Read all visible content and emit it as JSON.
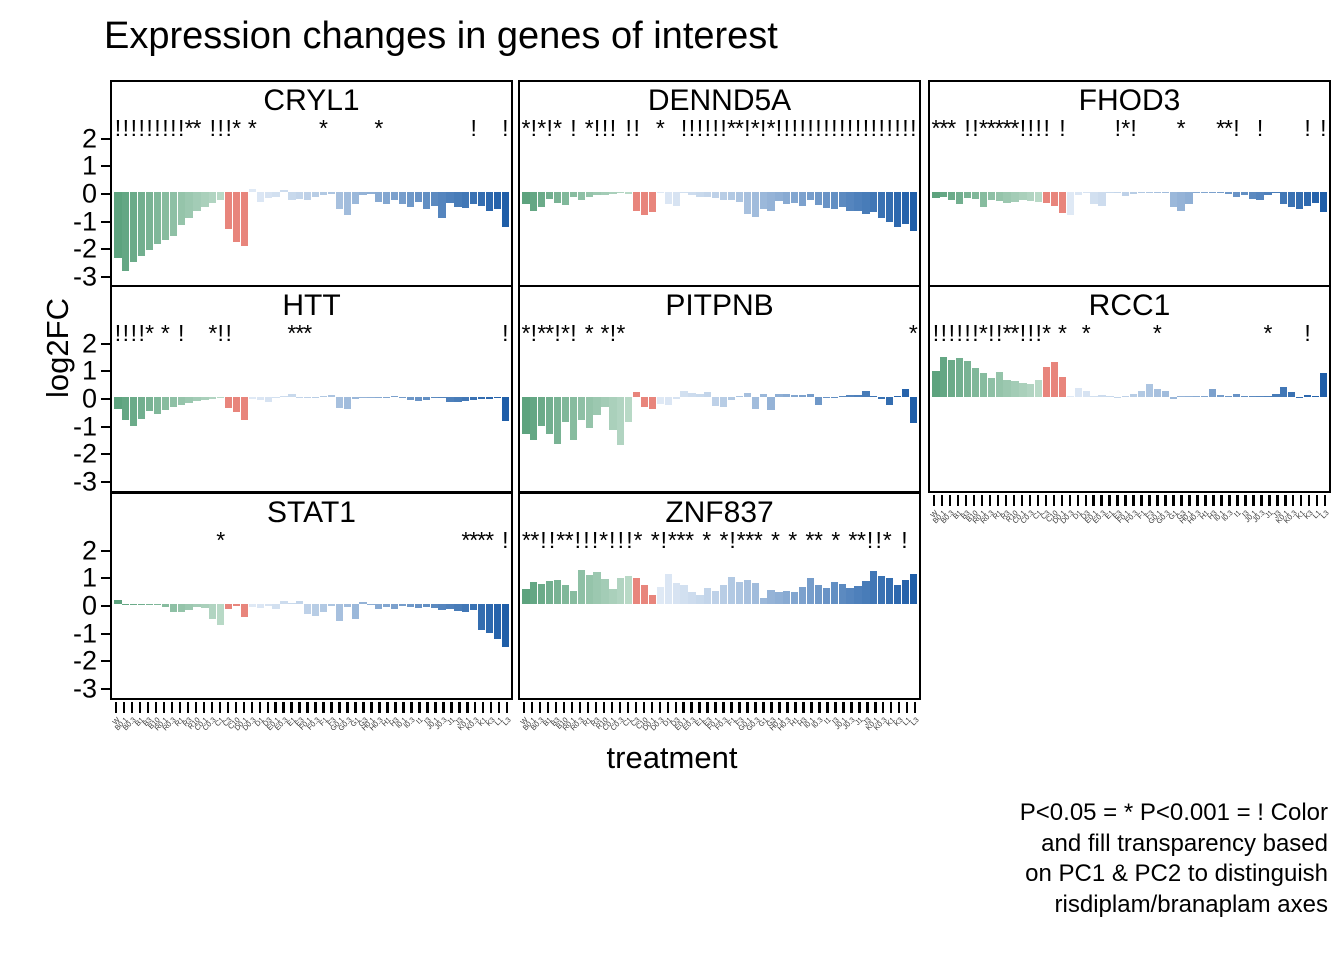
{
  "title": "Expression changes in genes of interest",
  "axis": {
    "y_label": "log2FC",
    "x_label": "treatment",
    "y_ticks": [
      "2",
      "1",
      "0",
      "-1",
      "-2",
      "-3"
    ]
  },
  "caption": {
    "line1": "P<0.05 = * P<0.001 = ! Color",
    "line2": "and fill transparency based",
    "line3": "on PC1 & PC2 to distinguish",
    "line4": "risdiplam/branaplam axes"
  },
  "colors": {
    "green": "#5da37e",
    "red": "#e8857c",
    "blue_light": "#dbe7f3",
    "blue_mid": "#7ba2cc",
    "blue_dark": "#1f5ea8",
    "axis": "#000000",
    "label": "#3b3b3b"
  },
  "chart_data": {
    "type": "bar",
    "title": "Expression changes in genes of interest",
    "xlabel": "treatment",
    "ylabel": "log2FC",
    "ylim": [
      -3.4,
      2.6
    ],
    "grid": false,
    "legend": "none",
    "facet_layout": [
      [
        "CRYL1",
        "DENND5A",
        "FHOD3"
      ],
      [
        "HTT",
        "PITPNB",
        "RCC1"
      ],
      [
        "STAT1",
        "ZNF837",
        null
      ]
    ],
    "significance_codes": {
      "*": "P<0.05",
      "!": "P<0.001"
    },
    "categories": [
      "W0",
      "B0.1",
      "B0.3",
      "B1",
      "B3",
      "B10",
      "R0.1",
      "R0.3",
      "R1",
      "R3",
      "R10",
      "C0.1",
      "C0.3",
      "C1",
      "C3",
      "C10",
      "D0.1",
      "D0.3",
      "D1",
      "D3",
      "E0.1",
      "E0.3",
      "E1",
      "E3",
      "F0.1",
      "F0.3",
      "F1",
      "F3",
      "G0.1",
      "G0.3",
      "G1",
      "G3",
      "H0.1",
      "H0.3",
      "H1",
      "H3",
      "I0.1",
      "I0.3",
      "I1",
      "I3",
      "J0.1",
      "J0.3",
      "J1",
      "J3",
      "K0.1",
      "K0.3",
      "K1",
      "K3",
      "L1",
      "L3"
    ],
    "panels": [
      {
        "gene": "CRYL1",
        "values": [
          -2.4,
          -2.85,
          -2.55,
          -2.3,
          -2.1,
          -1.9,
          -1.75,
          -1.6,
          -1.2,
          -0.95,
          -0.7,
          -0.55,
          -0.4,
          -0.3,
          -1.35,
          -1.8,
          -1.95,
          0.1,
          -0.35,
          -0.22,
          -0.18,
          0.08,
          -0.3,
          -0.25,
          -0.28,
          -0.2,
          -0.1,
          -0.06,
          -0.6,
          -0.85,
          -0.45,
          -0.12,
          -0.08,
          -0.35,
          -0.45,
          -0.3,
          -0.42,
          -0.55,
          -0.38,
          -0.6,
          -0.5,
          -0.95,
          -0.4,
          -0.55,
          -0.58,
          -0.45,
          -0.52,
          -0.7,
          -0.62,
          -1.25
        ],
        "sig": [
          "!",
          "!",
          "!",
          "!",
          "!",
          "!",
          "!",
          "!",
          "!",
          "*",
          "*",
          "",
          "!",
          "!",
          "!",
          "*",
          "",
          "*",
          "",
          "",
          "",
          "",
          "",
          "",
          "",
          "",
          "*",
          "",
          "",
          "",
          "",
          "",
          "",
          "*",
          "",
          "",
          "",
          "",
          "",
          "",
          "",
          "",
          "",
          "",
          "",
          "!",
          "",
          "",
          "",
          "!"
        ]
      },
      {
        "gene": "DENND5A",
        "values": [
          -0.45,
          -0.7,
          -0.55,
          -0.25,
          -0.4,
          -0.48,
          -0.18,
          -0.3,
          -0.2,
          -0.12,
          -0.1,
          -0.08,
          -0.05,
          -0.06,
          -0.7,
          -0.85,
          -0.72,
          -0.04,
          -0.45,
          -0.5,
          -0.05,
          -0.1,
          -0.2,
          -0.18,
          -0.22,
          -0.28,
          -0.3,
          -0.35,
          -0.8,
          -0.9,
          -0.62,
          -0.7,
          -0.32,
          -0.45,
          -0.4,
          -0.52,
          -0.3,
          -0.48,
          -0.58,
          -0.62,
          -0.55,
          -0.7,
          -0.68,
          -0.78,
          -0.72,
          -0.95,
          -1.1,
          -1.25,
          -1.15,
          -1.4
        ],
        "sig": [
          "*",
          "!",
          "*",
          "!",
          "*",
          "",
          "!",
          "",
          "*",
          "!",
          "!",
          "!",
          "",
          "!",
          "!",
          "",
          "",
          "*",
          "",
          "",
          "!",
          "!",
          "!",
          "!",
          "!",
          "!",
          "*",
          "*",
          "!",
          "*",
          "!",
          "*",
          "!",
          "!",
          "!",
          "!",
          "!",
          "!",
          "!",
          "!",
          "!",
          "!",
          "!",
          "!",
          "!",
          "!",
          "!",
          "!",
          "!",
          "!"
        ]
      },
      {
        "gene": "FHOD3",
        "values": [
          -0.22,
          -0.2,
          -0.28,
          -0.42,
          -0.22,
          -0.26,
          -0.55,
          -0.3,
          -0.33,
          -0.4,
          -0.35,
          -0.3,
          -0.32,
          -0.38,
          -0.4,
          -0.52,
          -0.75,
          -0.85,
          -0.1,
          -0.05,
          -0.45,
          -0.52,
          -0.04,
          -0.03,
          -0.15,
          -0.08,
          -0.03,
          -0.04,
          -0.03,
          -0.02,
          -0.55,
          -0.7,
          -0.45,
          -0.05,
          -0.03,
          -0.02,
          -0.04,
          -0.08,
          -0.2,
          -0.12,
          -0.24,
          -0.28,
          -0.1,
          -0.05,
          -0.45,
          -0.55,
          -0.62,
          -0.5,
          -0.4,
          -0.72
        ],
        "sig": [
          "*",
          "*",
          "*",
          "",
          "!",
          "!",
          "*",
          "*",
          "*",
          "*",
          "*",
          "!",
          "!",
          "!",
          "!",
          "",
          "!",
          "",
          "",
          "",
          "",
          "",
          "",
          "!",
          "*",
          "!",
          "",
          "",
          "",
          "",
          "",
          "*",
          "",
          "",
          "",
          "",
          "*",
          "*",
          "!",
          "",
          "",
          "!",
          "",
          "",
          "",
          "",
          "",
          "!",
          "",
          "!"
        ]
      },
      {
        "gene": "HTT",
        "values": [
          -0.45,
          -0.85,
          -1.05,
          -0.8,
          -0.52,
          -0.6,
          -0.48,
          -0.38,
          -0.3,
          -0.22,
          -0.15,
          -0.1,
          -0.08,
          -0.05,
          -0.4,
          -0.55,
          -0.85,
          -0.08,
          -0.12,
          -0.18,
          -0.04,
          0.04,
          0.1,
          -0.05,
          -0.03,
          -0.02,
          0.03,
          0.06,
          -0.4,
          -0.45,
          -0.06,
          -0.04,
          -0.05,
          -0.03,
          -0.02,
          0.05,
          -0.05,
          -0.1,
          -0.15,
          -0.12,
          -0.05,
          -0.04,
          -0.2,
          -0.18,
          -0.16,
          -0.12,
          -0.08,
          -0.06,
          -0.05,
          -0.88
        ],
        "sig": [
          "!",
          "!",
          "!",
          "!",
          "*",
          "",
          "*",
          "",
          "!",
          "",
          "",
          "",
          "*",
          "!",
          "!",
          "",
          "",
          "",
          "",
          "",
          "",
          "",
          "*",
          "*",
          "*",
          "",
          "",
          "",
          "",
          "",
          "",
          "",
          "",
          "",
          "",
          "",
          "",
          "",
          "",
          "",
          "",
          "",
          "",
          "",
          "",
          "",
          "",
          "",
          "",
          "!"
        ]
      },
      {
        "gene": "PITPNB",
        "values": [
          -1.35,
          -1.55,
          -1.05,
          -1.35,
          -1.7,
          -0.9,
          -1.55,
          -0.85,
          -1.12,
          -0.65,
          -0.38,
          -1.2,
          -1.75,
          -0.92,
          0.18,
          -0.35,
          -0.45,
          -0.25,
          -0.3,
          -0.08,
          0.22,
          0.15,
          0.1,
          0.18,
          -0.32,
          -0.38,
          -0.12,
          0.05,
          0.14,
          -0.45,
          0.1,
          -0.48,
          0.12,
          0.09,
          0.08,
          0.06,
          0.1,
          -0.3,
          -0.04,
          -0.02,
          0.02,
          0.06,
          0.08,
          0.2,
          0.05,
          -0.06,
          -0.3,
          0.04,
          0.28,
          -0.95
        ],
        "sig": [
          "*",
          "!",
          "*",
          "*",
          "!",
          "*",
          "!",
          "",
          "*",
          "",
          "*",
          "!",
          "*",
          "",
          "",
          "",
          "",
          "",
          "",
          "",
          "",
          "",
          "",
          "",
          "",
          "",
          "",
          "",
          "",
          "",
          "",
          "",
          "",
          "",
          "",
          "",
          "",
          "",
          "",
          "",
          "",
          "",
          "",
          "",
          "",
          "",
          "",
          "",
          "",
          "*"
        ]
      },
      {
        "gene": "RCC1",
        "values": [
          0.95,
          1.45,
          1.35,
          1.4,
          1.3,
          1.05,
          0.85,
          0.7,
          0.9,
          0.62,
          0.58,
          0.5,
          0.45,
          0.62,
          1.1,
          1.25,
          0.72,
          0.05,
          0.32,
          0.22,
          0.04,
          0.06,
          0.02,
          0.01,
          0.03,
          0.12,
          0.22,
          0.45,
          0.3,
          0.2,
          -0.08,
          0.02,
          0.04,
          0.02,
          0.03,
          0.28,
          0.06,
          0.02,
          0.12,
          0.04,
          0.03,
          0.02,
          0.04,
          0.1,
          0.35,
          0.18,
          -0.03,
          0.06,
          0.04,
          0.88
        ],
        "sig": [
          "!",
          "!",
          "!",
          "!",
          "!",
          "!",
          "*",
          "!",
          "!",
          "*",
          "*",
          "!",
          "!",
          "!",
          "*",
          "",
          "*",
          "",
          "",
          "*",
          "",
          "",
          "",
          "",
          "",
          "",
          "",
          "",
          "*",
          "",
          "",
          "",
          "",
          "",
          "",
          "",
          "",
          "",
          "",
          "",
          "",
          "",
          "*",
          "",
          "",
          "",
          "",
          "!",
          "",
          ""
        ]
      },
      {
        "gene": "STAT1",
        "values": [
          0.14,
          -0.04,
          -0.02,
          -0.01,
          -0.03,
          -0.05,
          -0.12,
          -0.28,
          -0.3,
          -0.22,
          -0.12,
          -0.15,
          -0.55,
          -0.75,
          -0.18,
          -0.06,
          -0.48,
          -0.1,
          -0.16,
          -0.08,
          -0.2,
          0.12,
          0.04,
          0.1,
          -0.35,
          -0.42,
          -0.3,
          -0.08,
          -0.62,
          -0.1,
          -0.55,
          0.06,
          -0.04,
          -0.18,
          -0.12,
          -0.2,
          -0.08,
          -0.1,
          -0.15,
          -0.12,
          -0.14,
          -0.22,
          -0.18,
          -0.25,
          -0.3,
          -0.22,
          -0.95,
          -1.05,
          -1.25,
          -1.55
        ],
        "sig": [
          "",
          "",
          "",
          "",
          "",
          "",
          "",
          "",
          "",
          "",
          "",
          "",
          "",
          "*",
          "",
          "",
          "",
          "",
          "",
          "",
          "",
          "",
          "",
          "",
          "",
          "",
          "",
          "",
          "",
          "",
          "",
          "",
          "",
          "",
          "",
          "",
          "",
          "",
          "",
          "",
          "",
          "",
          "",
          "",
          "*",
          "*",
          "*",
          "*",
          "",
          "!"
        ]
      },
      {
        "gene": "ZNF837",
        "values": [
          0.55,
          0.78,
          0.72,
          0.82,
          0.85,
          0.68,
          0.48,
          1.22,
          1.05,
          1.15,
          0.9,
          0.55,
          0.95,
          1.02,
          0.92,
          0.7,
          0.32,
          0.62,
          1.08,
          0.76,
          0.7,
          0.42,
          0.32,
          0.58,
          0.48,
          0.68,
          0.98,
          0.8,
          0.85,
          0.74,
          0.22,
          0.5,
          0.44,
          0.48,
          0.42,
          0.62,
          0.95,
          0.68,
          0.58,
          0.8,
          0.72,
          0.58,
          0.64,
          0.82,
          1.18,
          1.02,
          0.92,
          0.7,
          0.88,
          1.1
        ],
        "sig": [
          "*",
          "*",
          "!",
          "!",
          "*",
          "*",
          "!",
          "!",
          "!",
          "*",
          "!",
          "!",
          "!",
          "*",
          "",
          "*",
          "!",
          "*",
          "*",
          "*",
          "",
          "*",
          "",
          "*",
          "!",
          "*",
          "*",
          "*",
          "",
          "*",
          "",
          "*",
          "",
          "*",
          "*",
          "",
          "*",
          "",
          "*",
          "*",
          "!",
          "!",
          "*",
          "",
          "!",
          ""
        ]
      }
    ],
    "tick_labels": [
      "W",
      "B0.1",
      "B0.3",
      "B1",
      "B3",
      "B10",
      "R0.1",
      "R0.3",
      "R1",
      "R3",
      "R10",
      "C0.1",
      "C0.3",
      "C1",
      "C3",
      "C10",
      "D0.1",
      "D0.3",
      "D1",
      "D3",
      "E0.1",
      "E0.3",
      "E1",
      "E3",
      "F0.1",
      "F0.3",
      "F1",
      "F3",
      "G0.1",
      "G0.3",
      "G1",
      "G3",
      "H0.1",
      "H0.3",
      "H1",
      "H3",
      "I0.1",
      "I0.3",
      "I1",
      "I3",
      "J0.1",
      "J0.3",
      "J1",
      "J3",
      "K0.1",
      "K0.3",
      "K1",
      "K3",
      "L1",
      "L3"
    ]
  }
}
